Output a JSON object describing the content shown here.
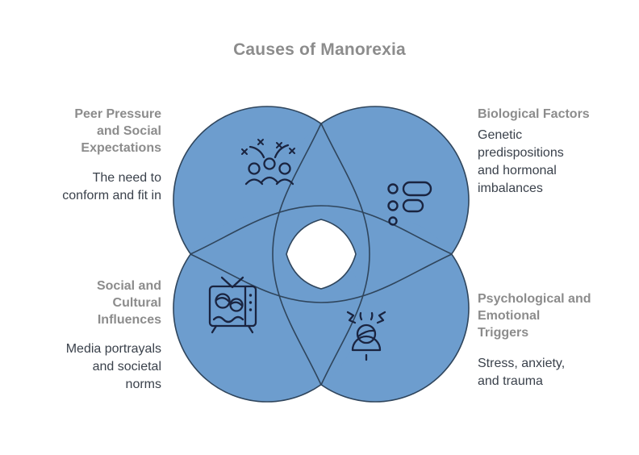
{
  "title": "Causes of Manorexia",
  "colors": {
    "circle_fill": "#6D9DCE",
    "circle_stroke": "#2F455C",
    "heading_text": "#8C8C8C",
    "body_text": "#3A414B",
    "icon_stroke": "#1A2440",
    "background": "#FFFFFF"
  },
  "sections": {
    "top_left": {
      "heading": "Peer Pressure\nand Social\nExpectations",
      "body": "The need to\nconform and fit in",
      "icon": "celebration-crowd"
    },
    "top_right": {
      "heading": "Biological Factors",
      "body": "Genetic\npredispositions\nand hormonal\nimbalances",
      "icon": "bullet-list"
    },
    "bottom_left": {
      "heading": "Social and\nCultural\nInfluences",
      "body": "Media portrayals\nand societal\nnorms",
      "icon": "tv-media"
    },
    "bottom_right": {
      "heading": "Psychological and\nEmotional\nTriggers",
      "body": "Stress, anxiety,\nand trauma",
      "icon": "stressed-person"
    }
  }
}
